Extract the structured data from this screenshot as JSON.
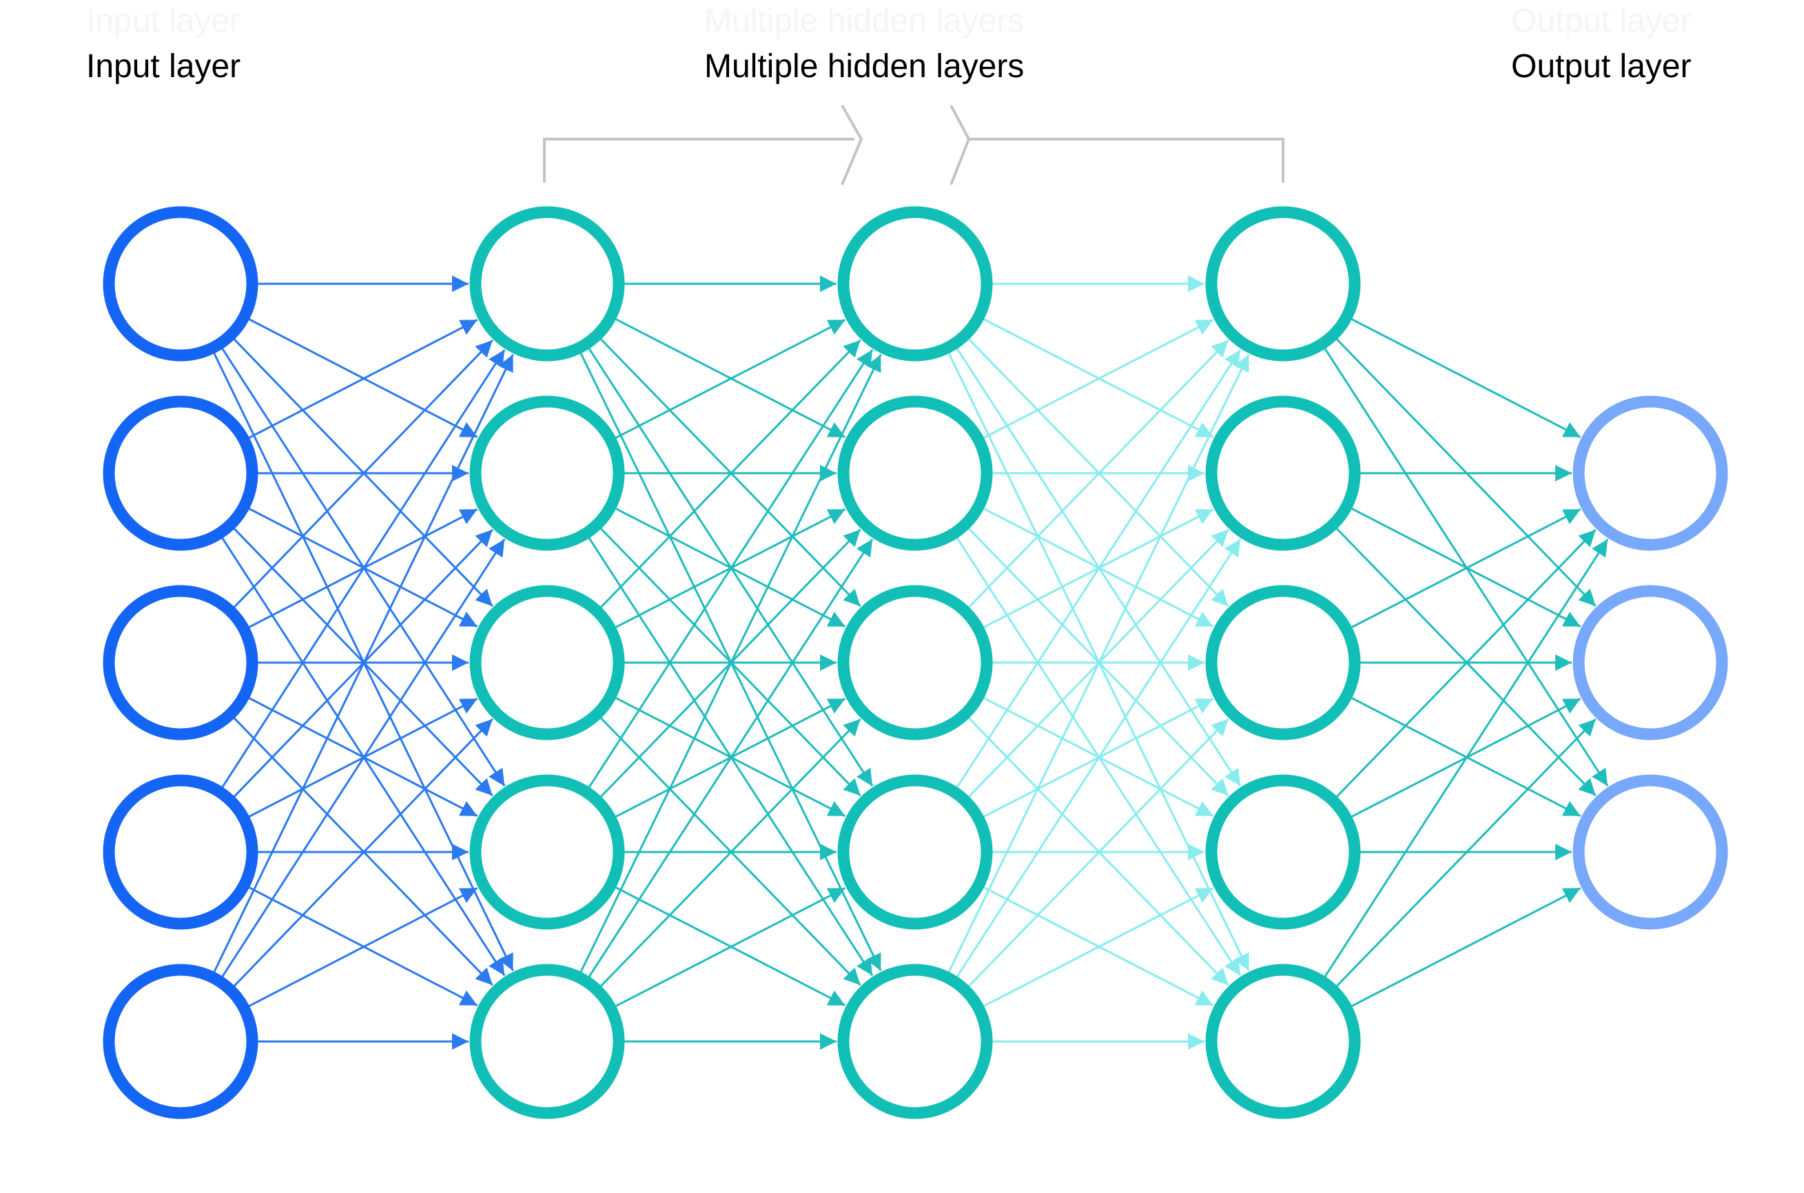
{
  "labels": {
    "input": "Input layer",
    "hidden": "Multiple hidden layers",
    "output": "Output layer"
  },
  "layers": [
    {
      "name": "input",
      "nodes": 5,
      "color": "#1565f5"
    },
    {
      "name": "hidden-1",
      "nodes": 5,
      "color": "#12bfb6"
    },
    {
      "name": "hidden-2",
      "nodes": 5,
      "color": "#12bfb6"
    },
    {
      "name": "hidden-3",
      "nodes": 5,
      "color": "#12bfb6"
    },
    {
      "name": "output",
      "nodes": 3,
      "color": "#78a8fb"
    }
  ],
  "edge_colors": [
    "#2b7aee",
    "#1fbdbb",
    "#88ecee",
    "#1fbdbb"
  ],
  "colors": {
    "bracket": "#c4c4c4",
    "text": "#000000"
  }
}
